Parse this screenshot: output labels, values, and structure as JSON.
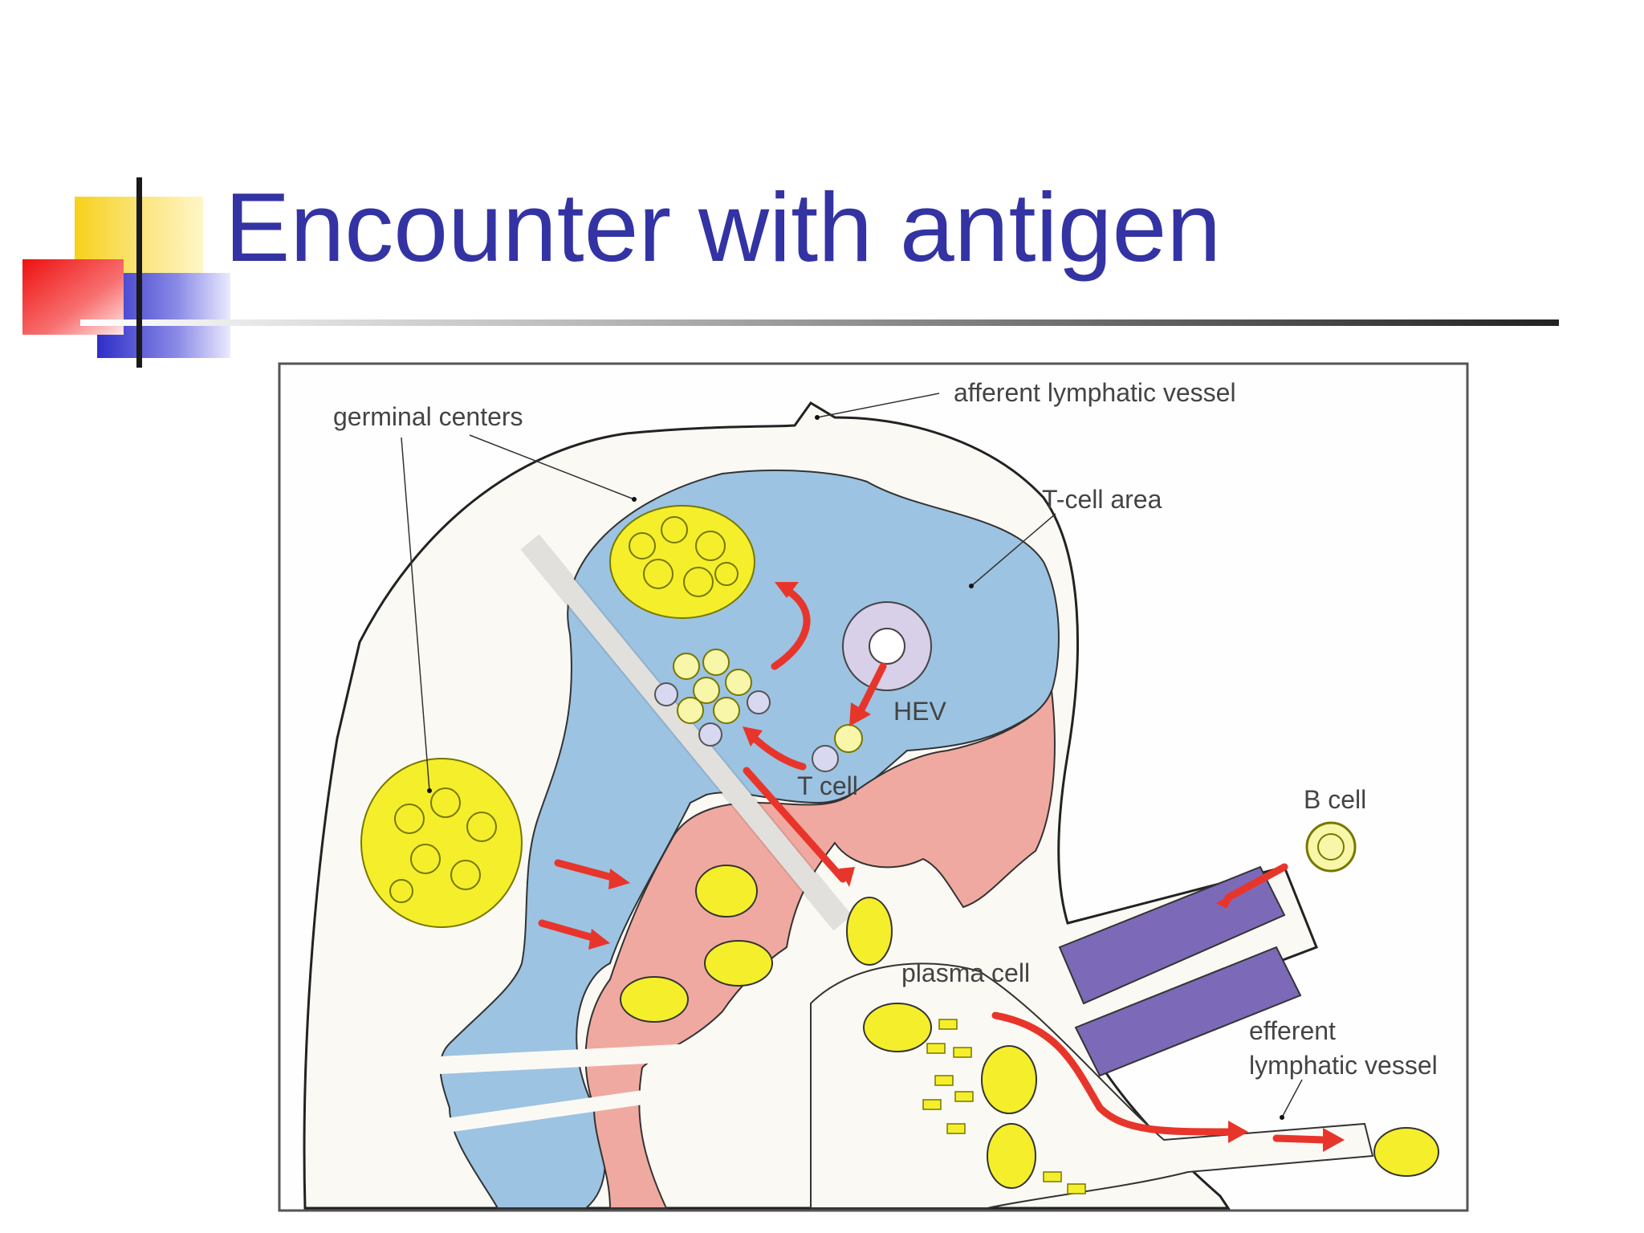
{
  "slide": {
    "title": "Encounter with antigen"
  },
  "diagram": {
    "labels": {
      "afferent": "afferent lymphatic vessel",
      "germinal": "germinal centers",
      "tcell_area": "T-cell area",
      "hev": "HEV",
      "tcell": "T cell",
      "bcell": "B cell",
      "plasma": "plasma cell",
      "efferent_1": "efferent",
      "efferent_2": "lymphatic vessel"
    }
  },
  "colors": {
    "title": "#3333a3",
    "blue_zone": "#9cc3e2",
    "pink_zone": "#f0a9a0",
    "cell_yellow": "#f4ef2a",
    "arrow_red": "#e8352b",
    "vessel_purple": "#7c6ab8",
    "hev_lilac": "#d8d0e8"
  }
}
